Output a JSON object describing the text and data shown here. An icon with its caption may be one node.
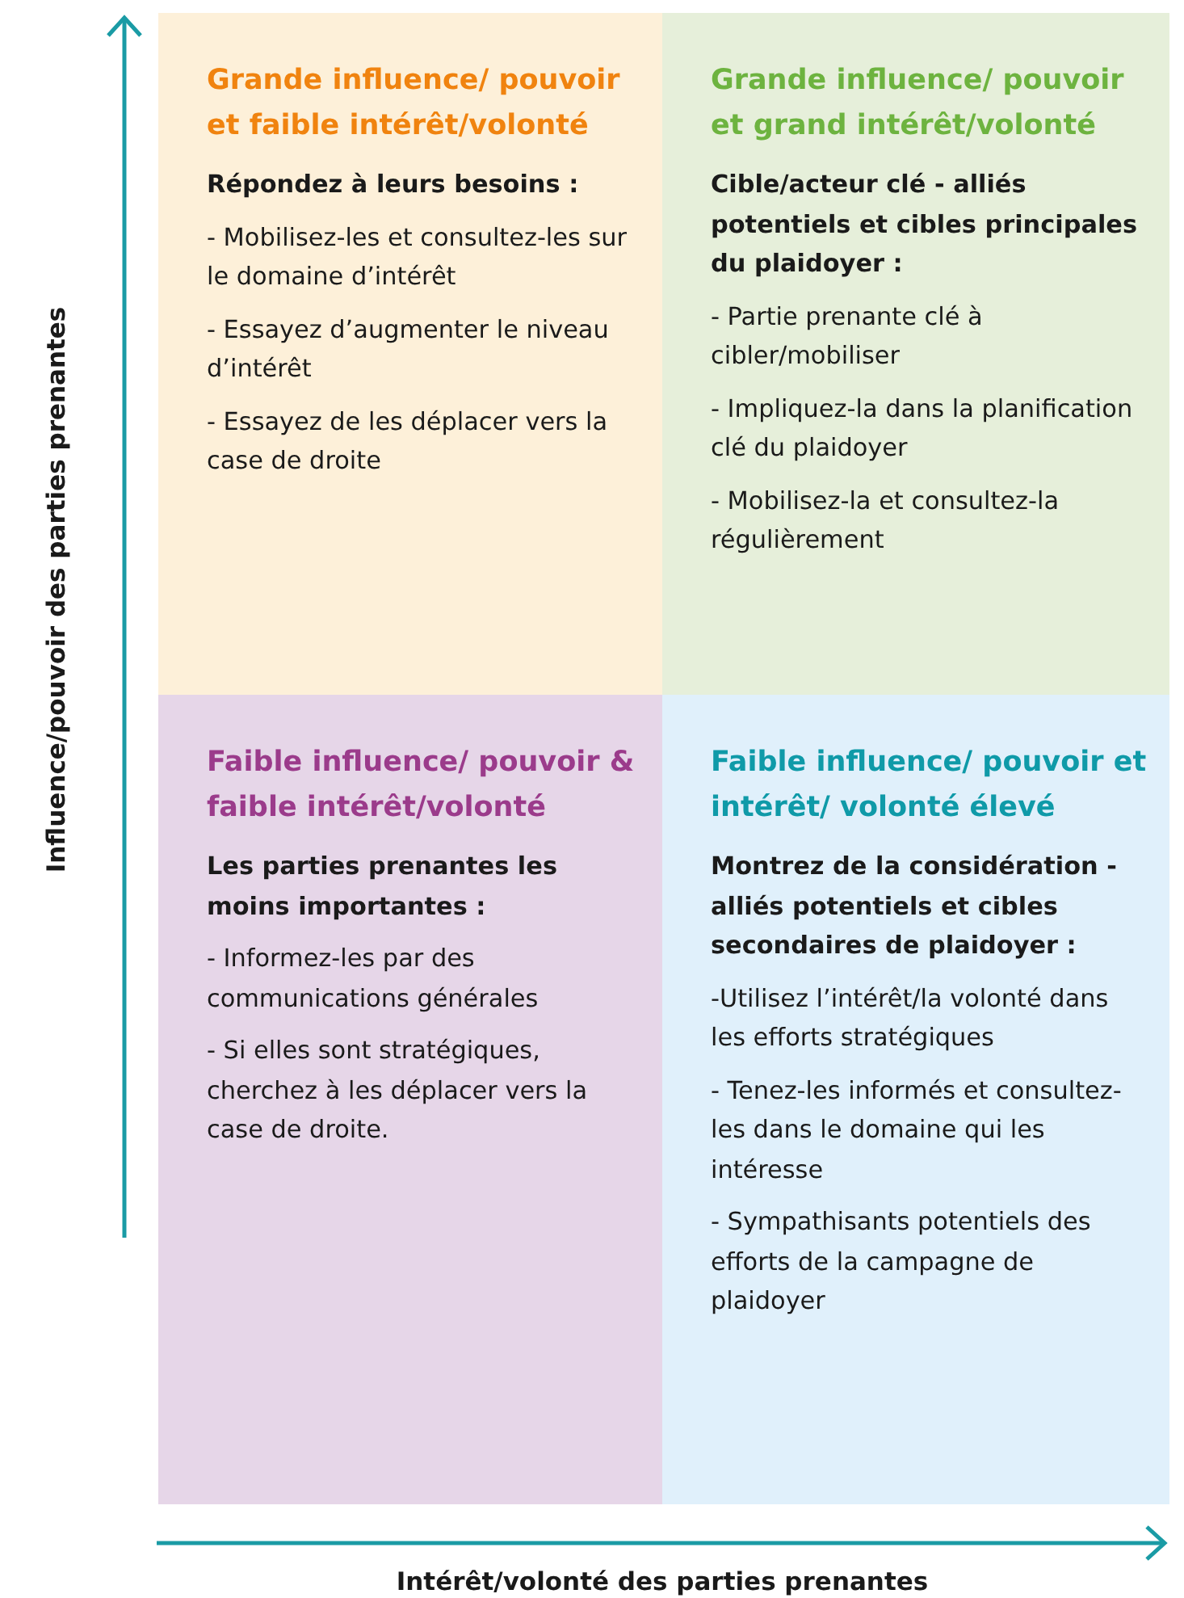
{
  "diagram": {
    "nodes": [
      {
        "text": [
          "Grande influence/ pouvoir et faible intérêt/volonté",
          "Répondez à leurs besoins :",
          "- Mobilisez-les et consultez-les sur le domaine d’intérêt",
          "- Essayez d’augmenter le niveau d’intérêt",
          "- Essayez de les déplacer vers la case de droite"
        ]
      },
      {
        "text": [
          "Grande influence/ pouvoir et grand intérêt/volonté",
          "Cible/acteur clé - alliés potentiels et cibles principales du plaidoyer :",
          "- Partie prenante clé à cibler/mobiliser",
          "- Impliquez-la dans la planification clé du plaidoyer",
          "- Mobilisez-la et consultez-la régulièrement"
        ]
      },
      {
        "text": [
          "Faible influence/ pouvoir & faible intérêt/volonté",
          "Les parties prenantes les moins importantes :",
          "- Informez-les par des communications générales",
          "- Si elles sont stratégiques, cherchez à les déplacer vers la case de droite."
        ]
      },
      {
        "text": [
          "Faible influence/ pouvoir et intérêt/ volonté élevé",
          "Montrez de la considération - alliés potentiels et cibles secondaires de plaidoyer :",
          "-Utilisez l’intérêt/la volonté dans les efforts stratégiques",
          "- Tenez-les informés et consultez-les dans le domaine qui les intéresse",
          "- Sympathisants potentiels des efforts de la campagne de plaidoyer"
        ]
      }
    ],
    "labels": [
      "Influence/pouvoir des parties prenantes",
      "Intérêt/volonté des parties prenantes"
    ]
  }
}
